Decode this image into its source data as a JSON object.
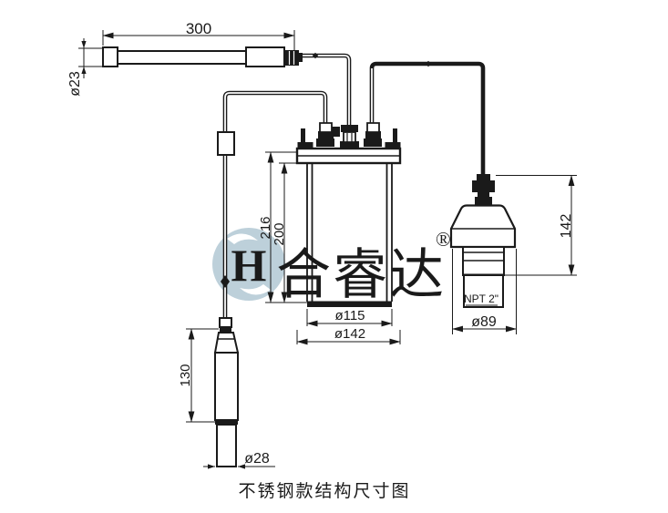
{
  "caption": "不锈钢款结构尺寸图",
  "watermark": {
    "logo_letter": "H",
    "brand": "合睿达",
    "registered": "®",
    "color": "#c6d6e2",
    "logo_color": "#bdd0da"
  },
  "colors": {
    "line": "#1a1a1a",
    "background": "#ffffff"
  },
  "dims": {
    "top_probe": {
      "length": "300",
      "diameter": "ø23"
    },
    "tank": {
      "height_outer": "216",
      "height_inner": "200",
      "inner_diameter": "ø115",
      "outer_diameter": "ø142"
    },
    "right_sensor": {
      "height": "142",
      "thread": "NPT 2\"",
      "diameter": "ø89"
    },
    "bottom_probe": {
      "length": "130",
      "diameter": "ø28"
    }
  }
}
